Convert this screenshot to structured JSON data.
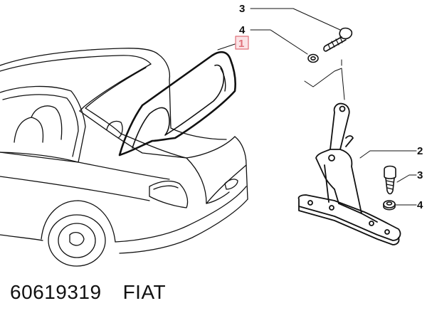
{
  "callouts": [
    {
      "id": "c1",
      "label": "1",
      "highlighted": true
    },
    {
      "id": "c2",
      "label": "2"
    },
    {
      "id": "c3a",
      "label": "3"
    },
    {
      "id": "c3b",
      "label": "3"
    },
    {
      "id": "c4a",
      "label": "4"
    },
    {
      "id": "c4b",
      "label": "4"
    }
  ],
  "caption": {
    "part_number": "60619319",
    "brand": "FIAT"
  },
  "colors": {
    "line": "#111111",
    "highlight_border": "#e0707a",
    "highlight_fill": "#fbe3e6"
  }
}
